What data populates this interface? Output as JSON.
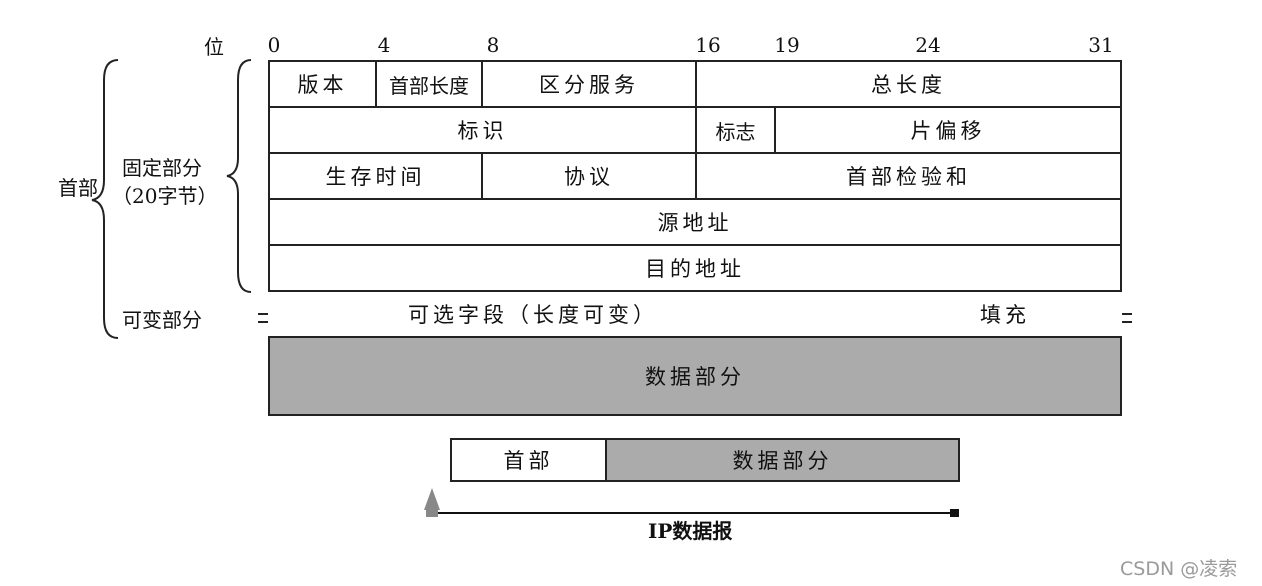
{
  "labels": {
    "bit": "位",
    "header": "首部",
    "fixed_part": "固定部分",
    "fixed_size": "（20字节）",
    "variable_part": "可变部分"
  },
  "bit_positions": [
    "0",
    "4",
    "8",
    "16",
    "19",
    "24",
    "31"
  ],
  "header_rows": {
    "row1": {
      "version": "版本",
      "ihl": "首部长度",
      "dsf": "区分服务",
      "total_length": "总长度"
    },
    "row2": {
      "identification": "标识",
      "flags": "标志",
      "fragment_offset": "片偏移"
    },
    "row3": {
      "ttl": "生存时间",
      "protocol": "协议",
      "checksum": "首部检验和"
    },
    "row4": {
      "source": "源地址"
    },
    "row5": {
      "destination": "目的地址"
    },
    "row6": {
      "options": "可选字段（长度可变）",
      "padding": "填充"
    }
  },
  "data_part": "数据部分",
  "datagram": {
    "header": "首部",
    "data": "数据部分",
    "label": "IP数据报"
  },
  "watermark": "CSDN @凌索",
  "colors": {
    "data_fill": "#ababab",
    "line": "#222222"
  }
}
